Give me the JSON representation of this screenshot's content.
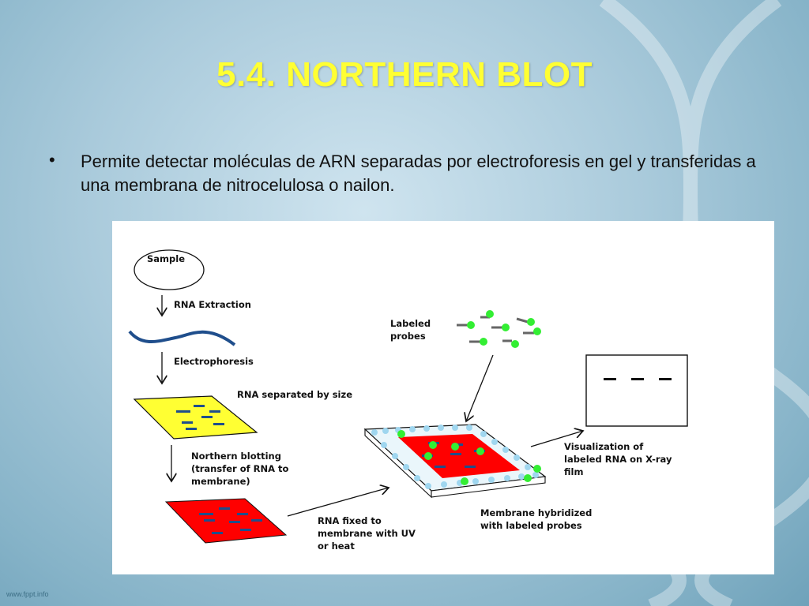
{
  "slide": {
    "title": "5.4. NORTHERN BLOT",
    "bullet_symbol": "•",
    "bullet_text": "Permite detectar moléculas de ARN separadas por electroforesis en gel y transferidas a una membrana de nitrocelulosa o nailon.",
    "footer": "www.fppt.info"
  },
  "diagram": {
    "labels": {
      "sample": "Sample",
      "rna_extraction": "RNA Extraction",
      "electrophoresis": "Electrophoresis",
      "separated": "RNA separated by size",
      "blotting_1": "Northern blotting",
      "blotting_2": "(transfer of RNA to",
      "blotting_3": "membrane)",
      "fixed_1": "RNA fixed to",
      "fixed_2": "membrane with UV",
      "fixed_3": "or heat",
      "probes_1": "Labeled",
      "probes_2": "probes",
      "hybrid_1": "Membrane hybridized",
      "hybrid_2": "with labeled probes",
      "visual_1": "Visualization of",
      "visual_2": "labeled RNA on X-ray",
      "visual_3": "film"
    },
    "colors": {
      "gel": "#ffff33",
      "membrane": "#ff0000",
      "band": "#1f4e8c",
      "probe": "#33ee33",
      "title": "#ffff33"
    }
  }
}
